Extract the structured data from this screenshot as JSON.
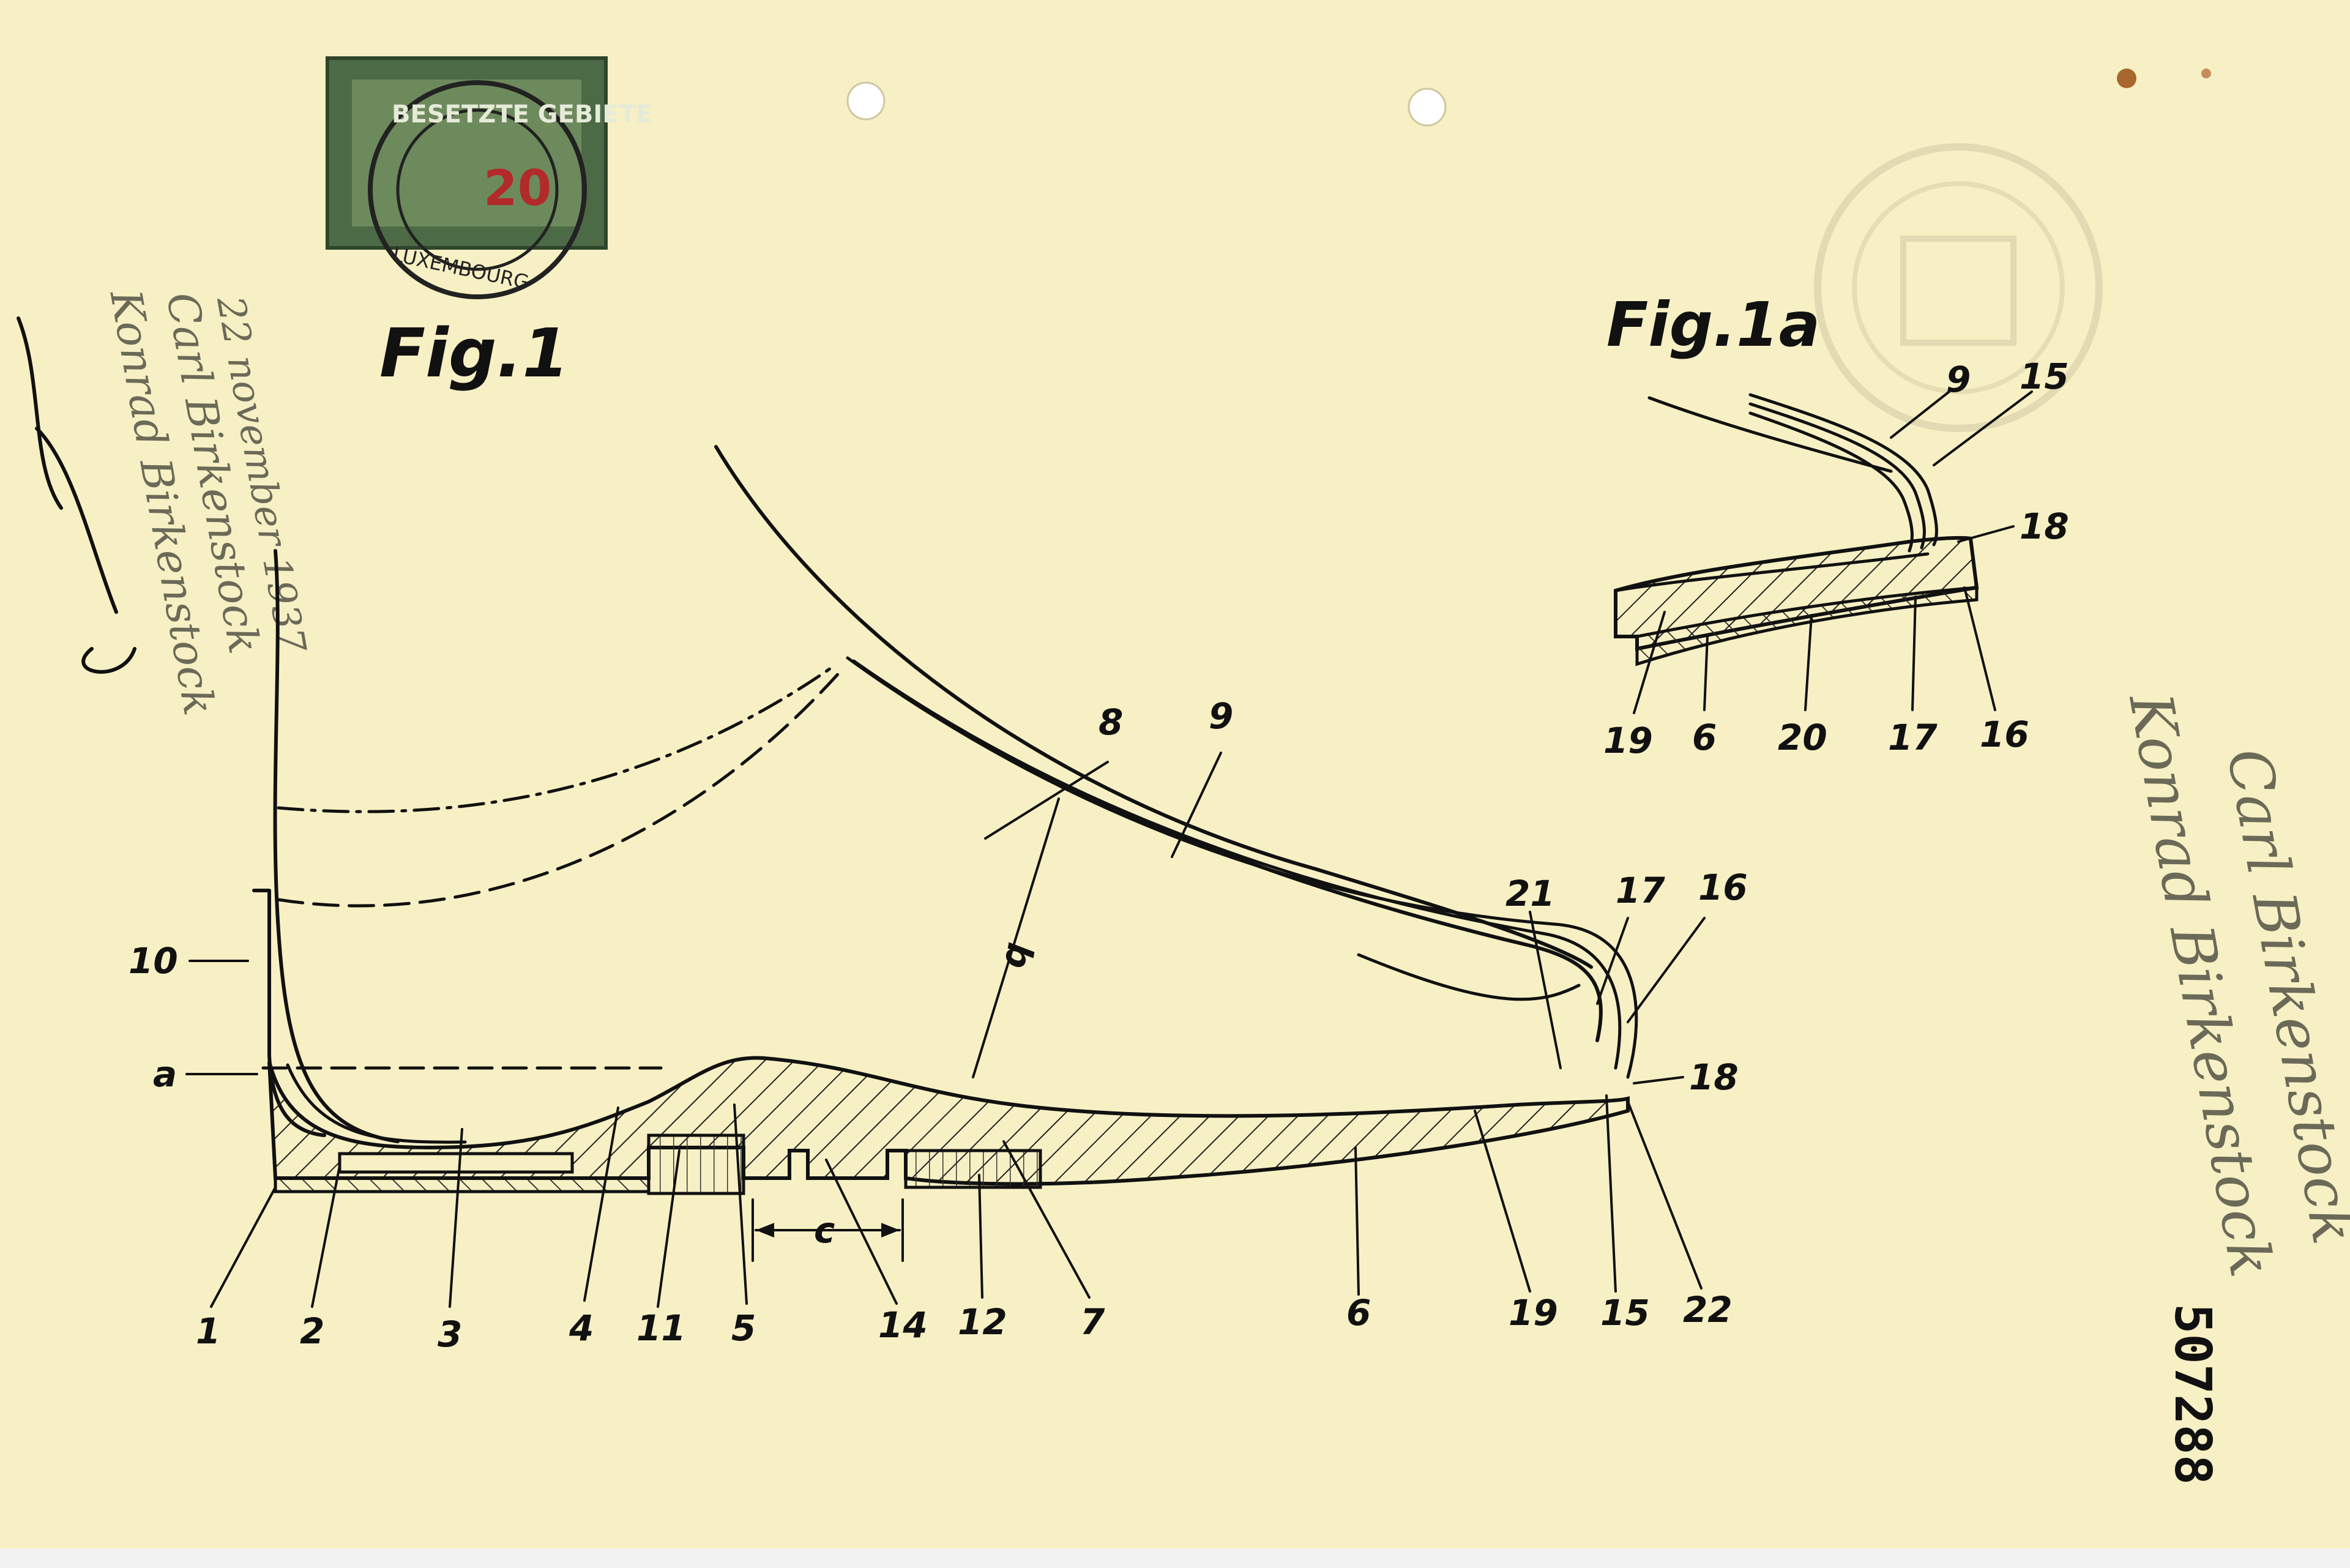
{
  "figures": {
    "fig1_title": "Fig.1",
    "fig1a_title": "Fig.1a"
  },
  "document_number": "507288",
  "stamp": {
    "value": "20",
    "text": "BESETZTE GEBIETE",
    "postmark": "LUXEMBOURG"
  },
  "handwriting": {
    "left_date": "22 november 1937",
    "left_name_1": "Carl Birkenstock",
    "left_name_2": "Konrad Birkenstock",
    "right_name_1": "Carl Birkenstock",
    "right_name_2": "Konrad Birkenstock"
  },
  "fig1_labels": {
    "l1": "1",
    "l2": "2",
    "l3": "3",
    "l4": "4",
    "l5": "5",
    "l6": "6",
    "l7": "7",
    "l8": "8",
    "l9": "9",
    "l10": "10",
    "l11": "11",
    "l12": "12",
    "l14": "14",
    "l15": "15",
    "l16": "16",
    "l17": "17",
    "l18": "18",
    "l19": "19",
    "l21": "21",
    "l22": "22",
    "la": "a",
    "lb": "b",
    "lc": "c"
  },
  "fig1a_labels": {
    "l9": "9",
    "l15": "15",
    "l18": "18",
    "l19": "19",
    "l6": "6",
    "l20": "20",
    "l17": "17",
    "l16": "16"
  }
}
